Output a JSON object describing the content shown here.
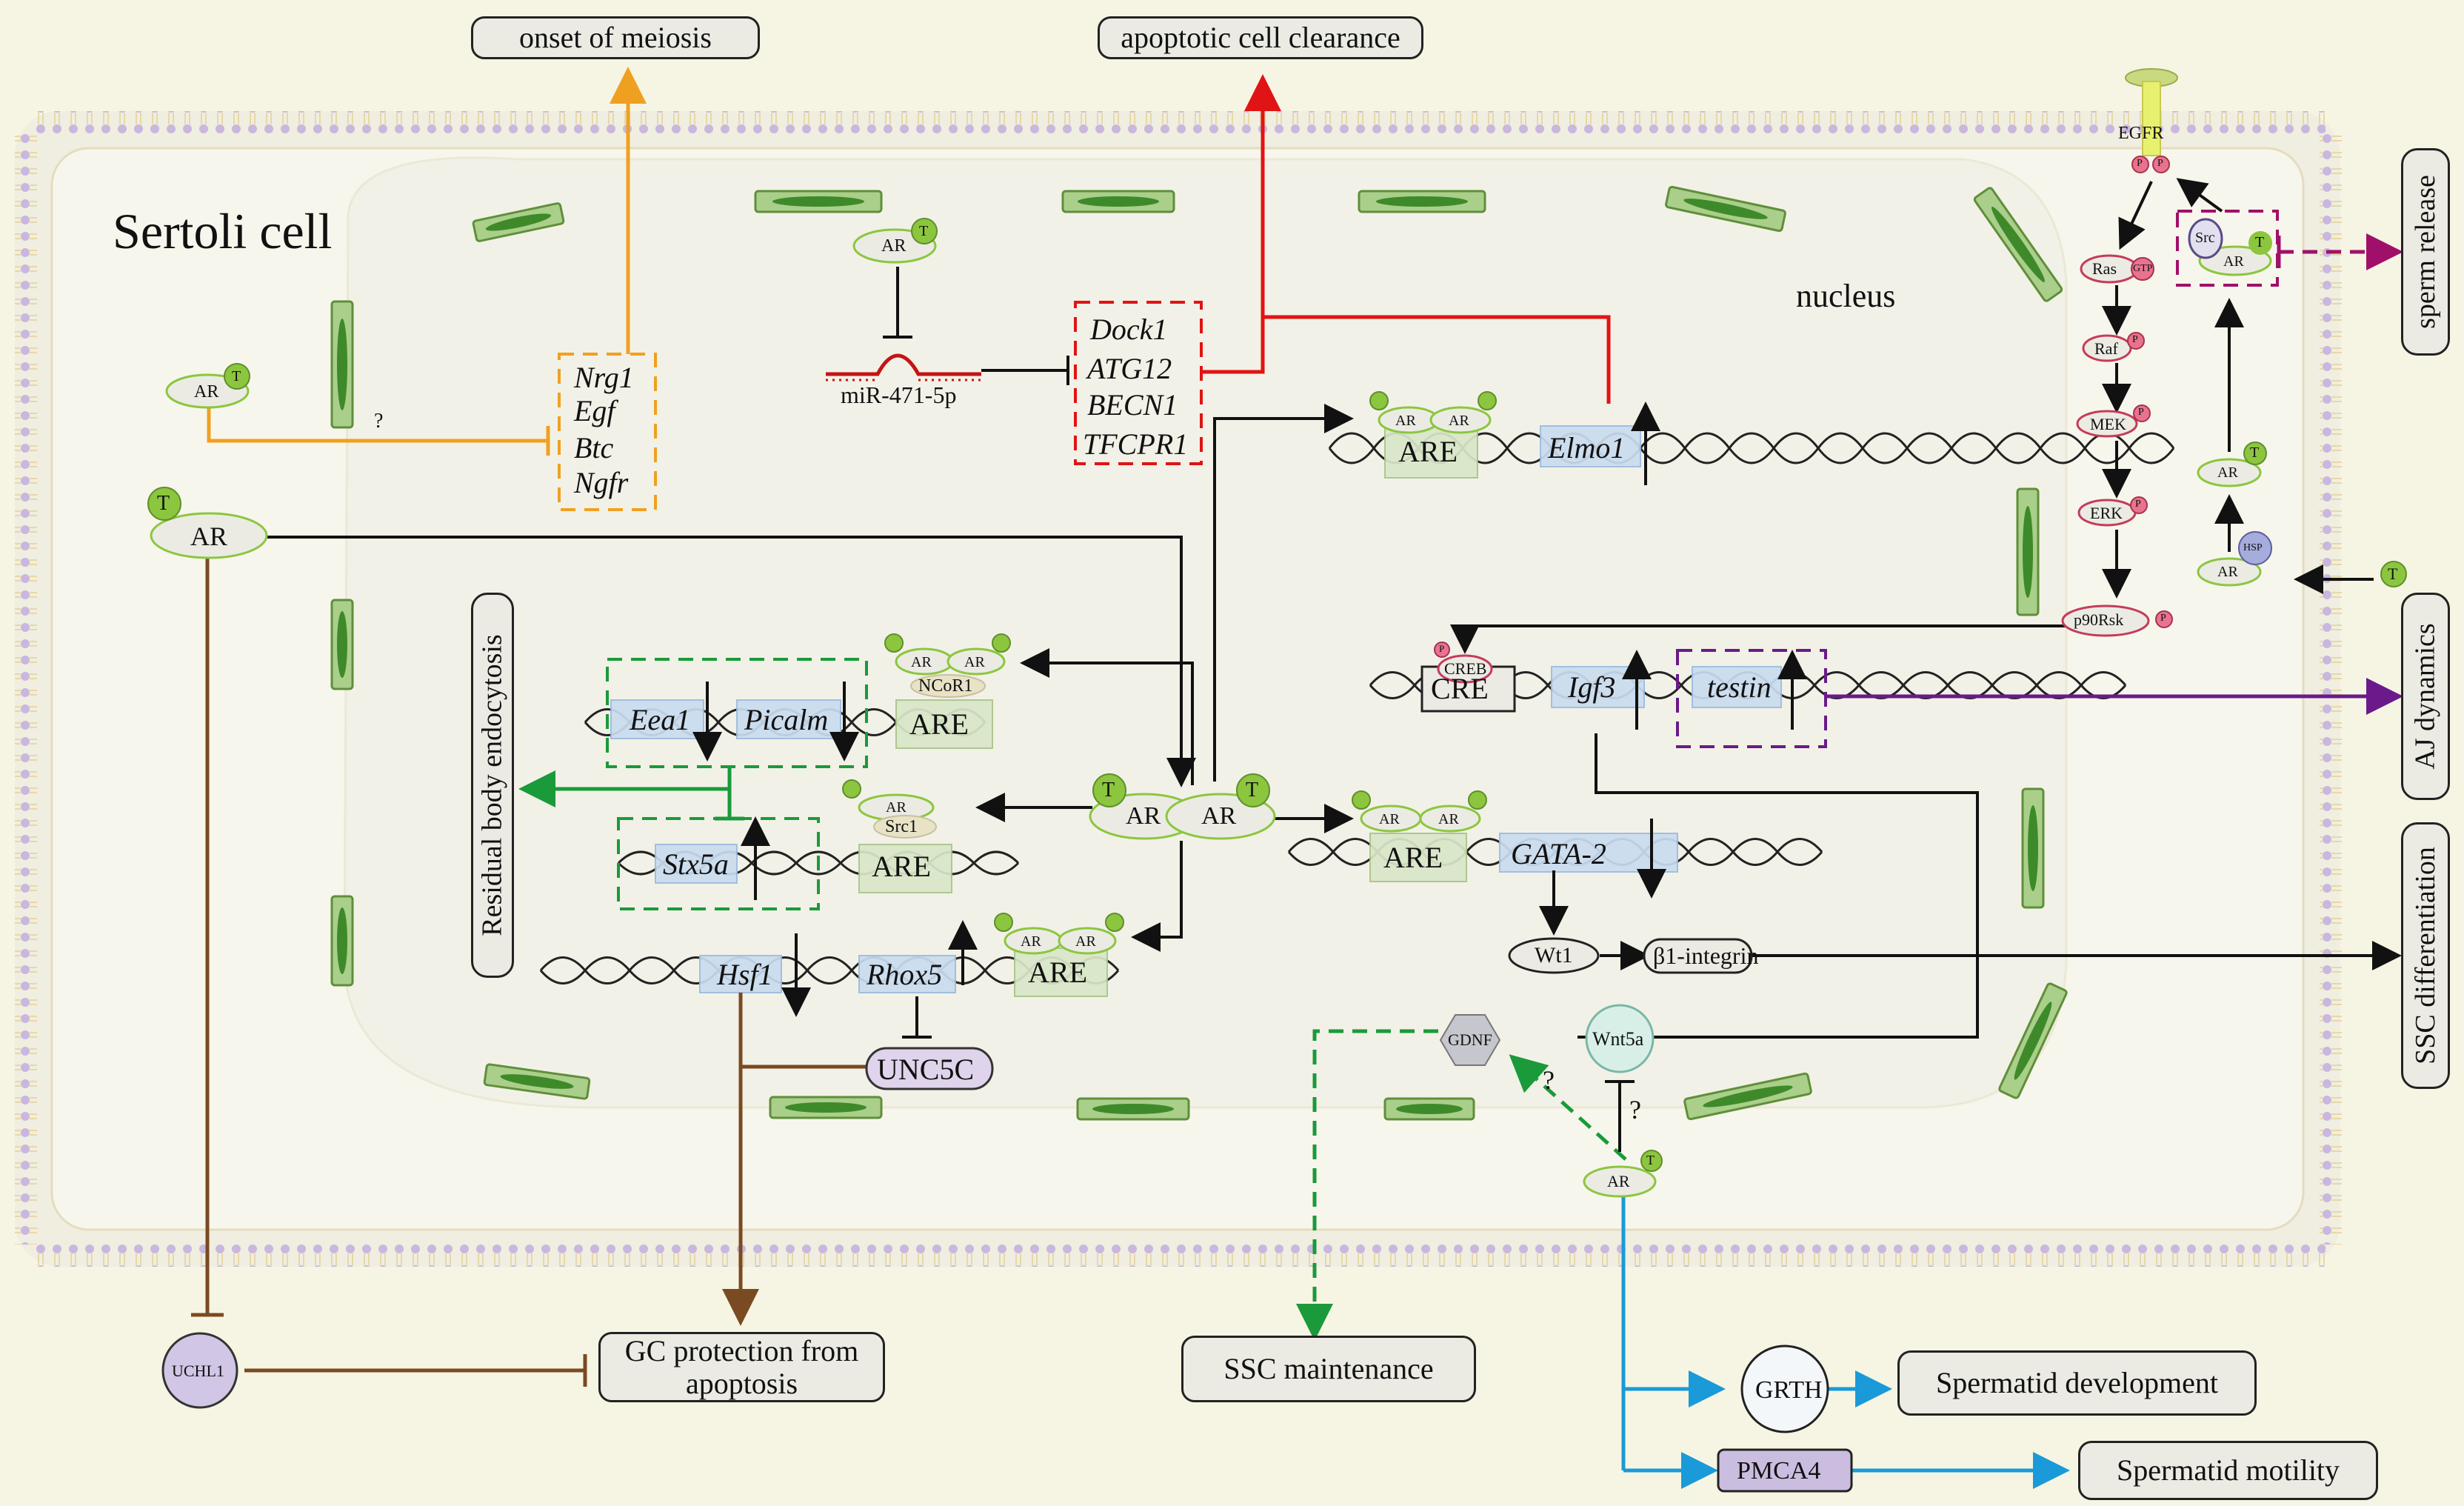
{
  "cell": {
    "title": "Sertoli cell",
    "nucleus_label": "nucleus"
  },
  "outputs": {
    "onset_meiosis": "onset of meiosis",
    "apoptotic_clearance": "apoptotic cell clearance",
    "sperm_release": "sperm release",
    "aj_dynamics": "AJ dynamics",
    "ssc_differentiation": "SSC differentiation",
    "gc_protection_line1": "GC protection from",
    "gc_protection_line2": "apoptosis",
    "ssc_maintenance": "SSC maintenance",
    "spermatid_development": "Spermatid development",
    "spermatid_motility": "Spermatid motility",
    "residual_body": "Residual body endocytosis"
  },
  "genes": {
    "egf_group": [
      "Nrg1",
      "Egf",
      "Btc",
      "Ngfr"
    ],
    "clearance_group": [
      "Dock1",
      "ATG12",
      "BECN1",
      "TFCPR1"
    ],
    "mirna": "miR-471-5p",
    "elmo1": "Elmo1",
    "eea1": "Eea1",
    "picalm": "Picalm",
    "stx5a": "Stx5a",
    "hsf1": "Hsf1",
    "rhox5": "Rhox5",
    "gata2": "GATA-2",
    "igf3": "Igf3",
    "testin": "testin"
  },
  "elements": {
    "are": "ARE",
    "cre": "CRE",
    "ncor1": "NCoR1",
    "src1": "Src1",
    "ar": "AR",
    "t": "T",
    "p": "P",
    "question": "?"
  },
  "proteins": {
    "unc5c": "UNC5C",
    "uchl1": "UCHL1",
    "wt1": "Wt1",
    "b1integrin": "β1-integrin",
    "gdnf": "GDNF",
    "wnt5a": "Wnt5a",
    "grth": "GRTH",
    "pmca4": "PMCA4",
    "creb": "CREB"
  },
  "mapk": {
    "egfr": "EGFR",
    "ras": "Ras",
    "gtp": "GTP",
    "raf": "Raf",
    "mek": "MEK",
    "erk": "ERK",
    "p90rsk_prefix": "p90",
    "p90rsk_suffix": "Rsk",
    "src": "Src",
    "hsp": "HSP"
  },
  "colors": {
    "background": "#f6f5e3",
    "membrane": "#c9b7df",
    "nucleus_fill": "#f3f2ea",
    "orange_path": "#f0a020",
    "red_path": "#e01414",
    "green_path": "#1a9a3a",
    "brown_path": "#7a4a22",
    "blue_path": "#1a9ad8",
    "purple_path": "#6a1a8a",
    "magenta_path": "#a0106a",
    "ar_green": "#8cc63f",
    "gene_box": "#c9dcef",
    "are_box": "#d9e7c8"
  }
}
